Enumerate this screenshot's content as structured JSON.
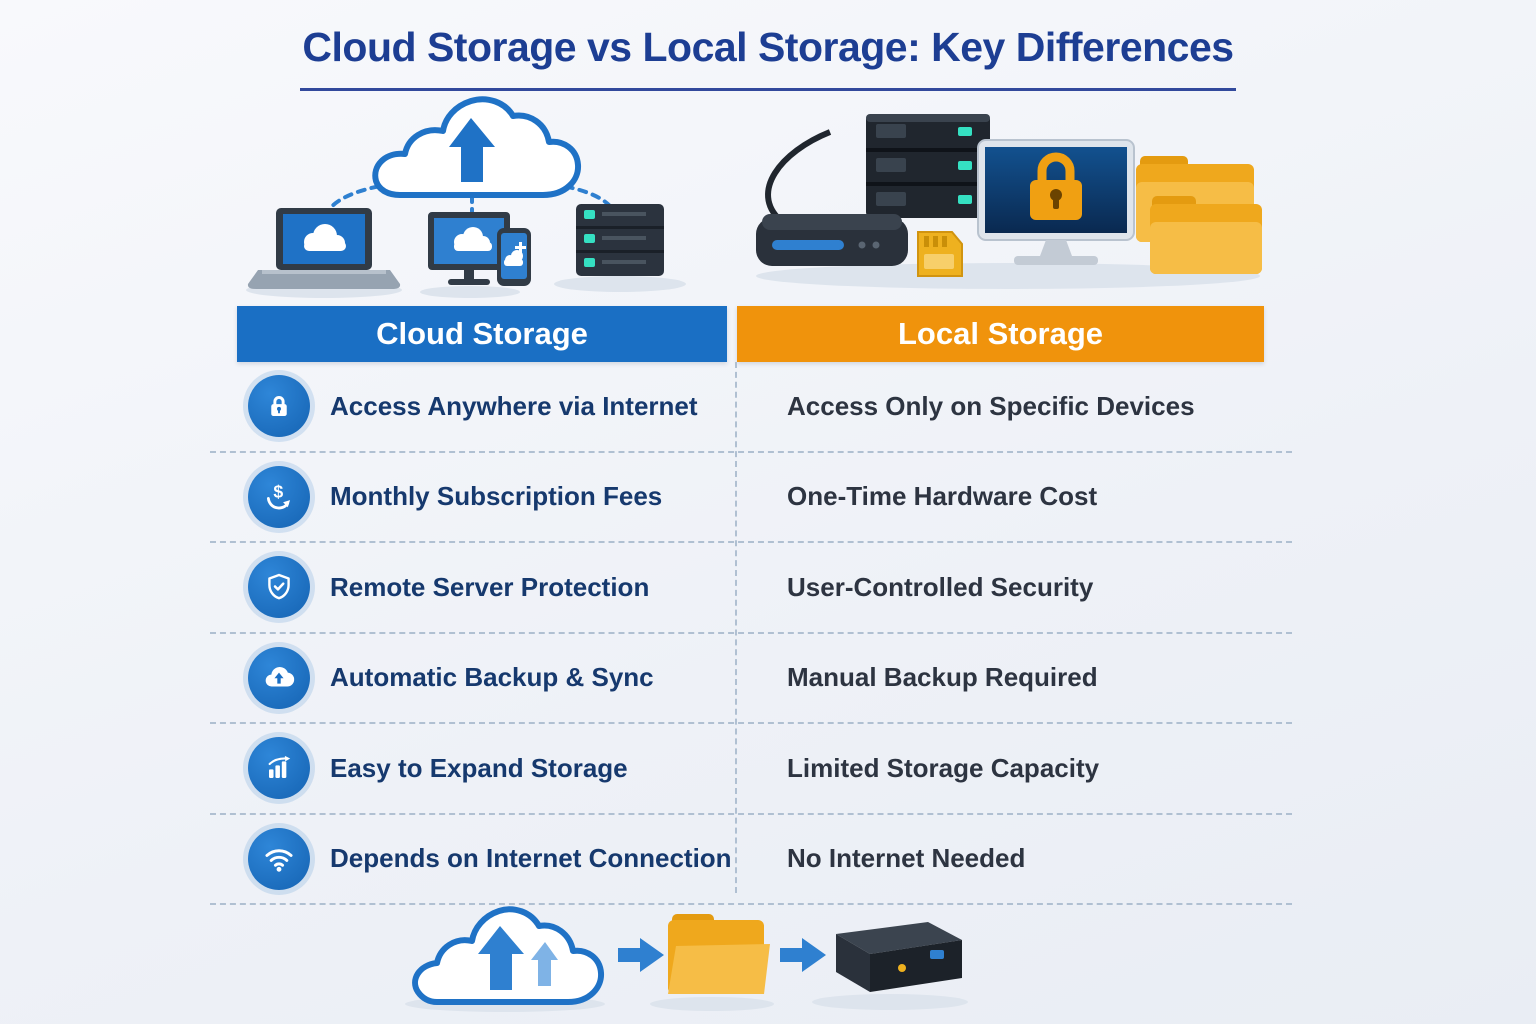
{
  "title": "Cloud Storage vs Local Storage: Key Differences",
  "columns": {
    "cloud": {
      "label": "Cloud Storage",
      "color": "#1a6fc4"
    },
    "local": {
      "label": "Local Storage",
      "color": "#f0930c"
    }
  },
  "rows": [
    {
      "icon": "lock-icon",
      "cloud": "Access Anywhere via Internet",
      "local": "Access Only on Specific Devices"
    },
    {
      "icon": "subscription-dollar-icon",
      "cloud": "Monthly Subscription Fees",
      "local": "One-Time Hardware Cost"
    },
    {
      "icon": "shield-icon",
      "cloud": "Remote Server Protection",
      "local": "User-Controlled Security"
    },
    {
      "icon": "cloud-backup-icon",
      "cloud": "Automatic Backup & Sync",
      "local": "Manual Backup Required"
    },
    {
      "icon": "expand-storage-icon",
      "cloud": "Easy to Expand Storage",
      "local": "Limited Storage Capacity"
    },
    {
      "icon": "wifi-icon",
      "cloud": "Depends on Internet Connection",
      "local": "No Internet Needed"
    }
  ],
  "colors": {
    "title": "#1d3e93",
    "cloud_header": "#1a6fc4",
    "local_header": "#f0930c",
    "icon_blue": "#1a6fc4",
    "folder_yellow": "#efa81d"
  }
}
